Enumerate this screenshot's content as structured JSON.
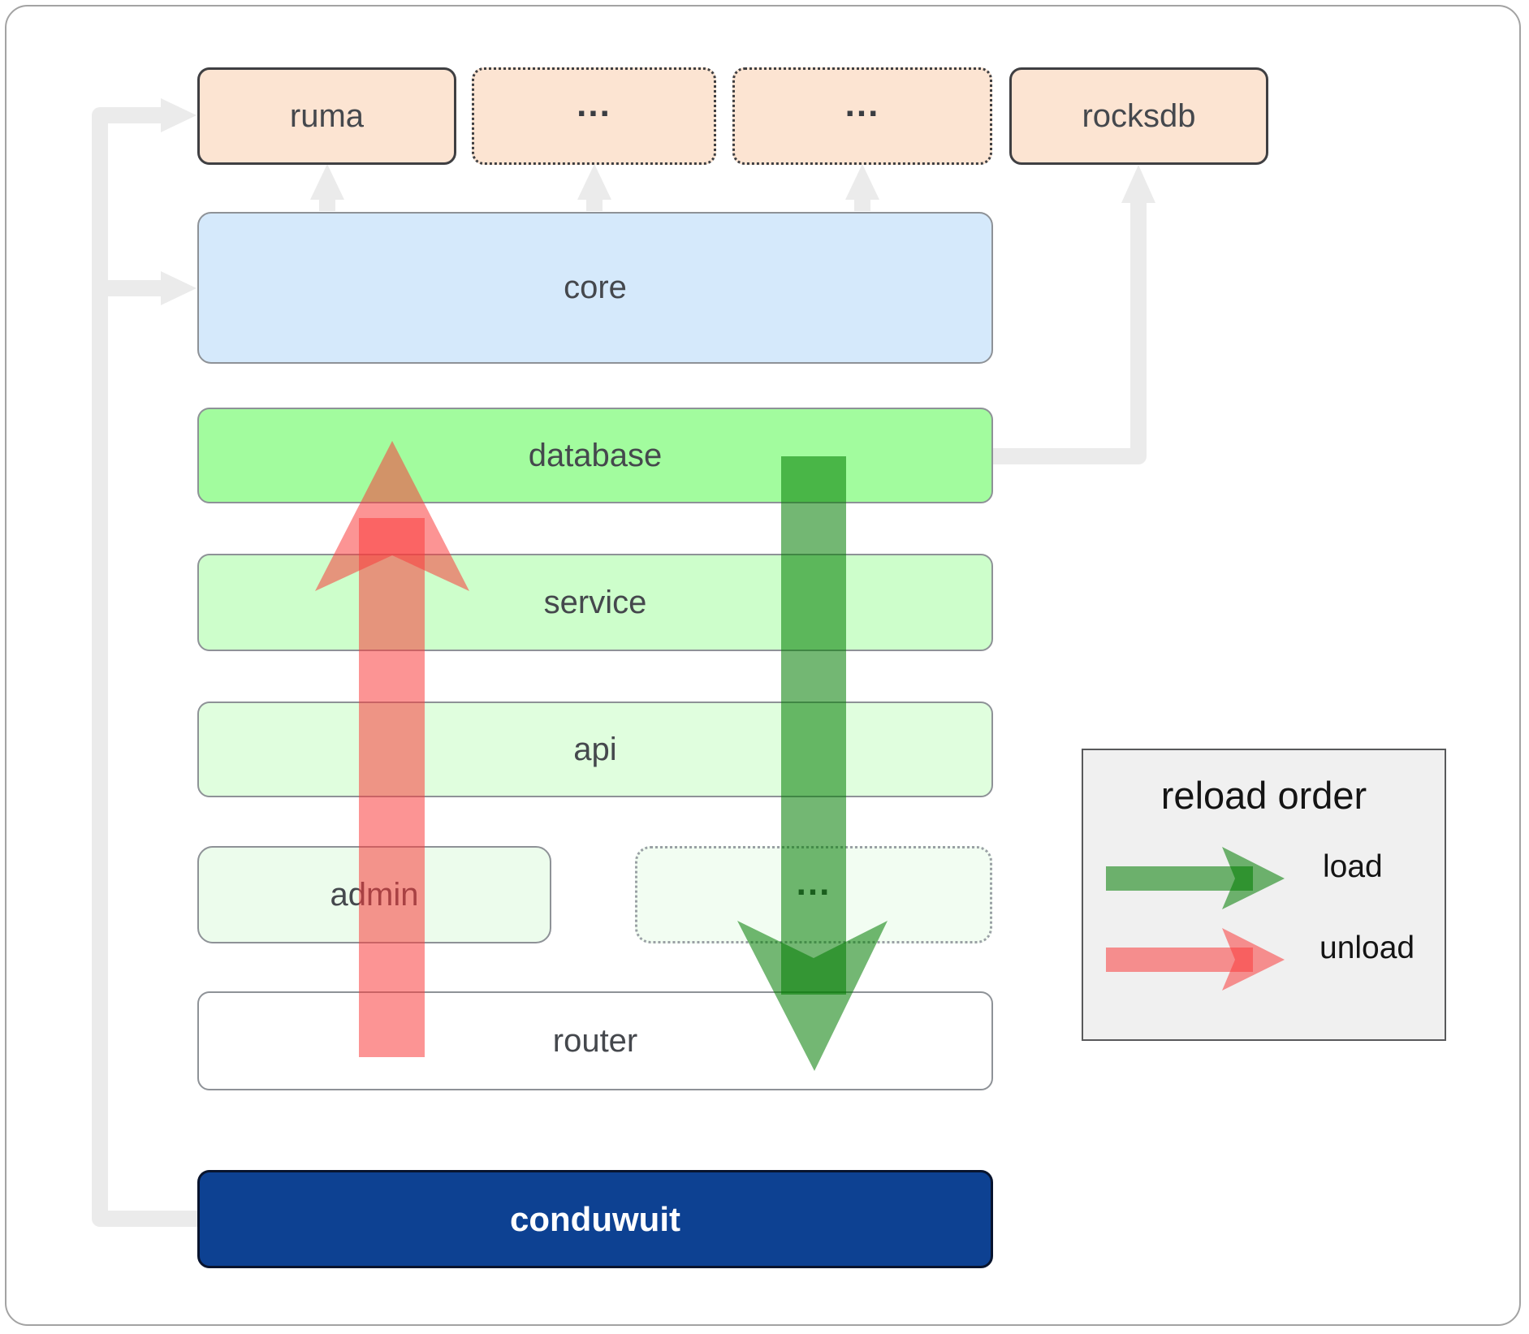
{
  "nodes": {
    "top_row": [
      {
        "label": "ruma"
      },
      {
        "label": "..."
      },
      {
        "label": "..."
      },
      {
        "label": "rocksdb"
      }
    ],
    "core": {
      "label": "core"
    },
    "database": {
      "label": "database"
    },
    "service": {
      "label": "service"
    },
    "api": {
      "label": "api"
    },
    "admin": {
      "label": "admin"
    },
    "admin_ellipsis": {
      "label": "..."
    },
    "router": {
      "label": "router"
    },
    "conduwuit": {
      "label": "conduwuit"
    }
  },
  "legend": {
    "title": "reload order",
    "load_label": "load",
    "unload_label": "unload"
  },
  "colors": {
    "load_green": "#007c00",
    "unload_red": "#fa3c3c",
    "connector_gray": "#ebebeb",
    "peach_fill": "#fce4d2",
    "core_fill": "#d5e9fb",
    "database_fill": "#a2fc9e",
    "service_fill": "#cdfecb",
    "api_fill": "#e0fede",
    "admin_fill": "#ecfcec",
    "conduwuit_fill": "#0d4192",
    "legend_bg": "#f0f0f0"
  }
}
